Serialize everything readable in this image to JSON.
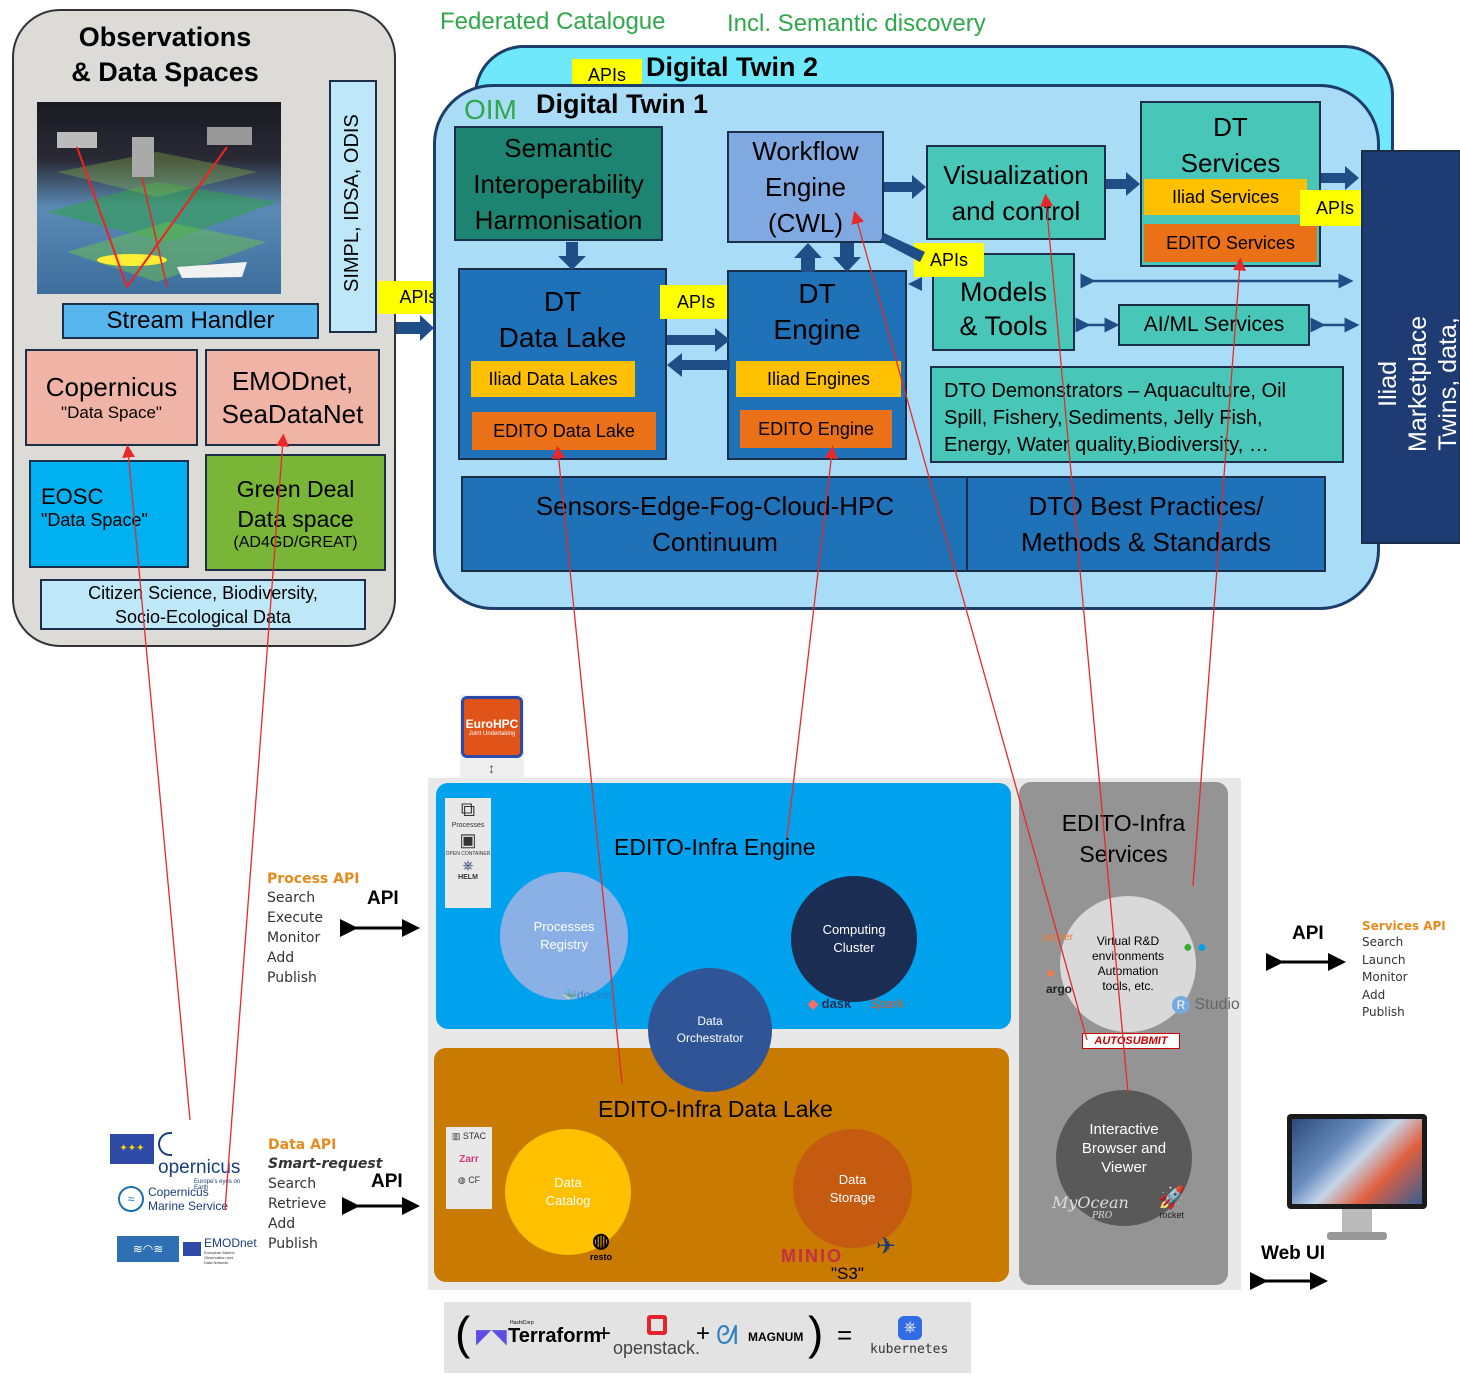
{
  "colors": {
    "accent_green": "#2ea84a",
    "dt1_bg": "#a8dcf7",
    "dt2_bg": "#6fe8fb",
    "dark_blue": "#1f71b8",
    "teal": "#48c6b8",
    "yellow": "#ffc000",
    "orange": "#ea7117",
    "salmon": "#f0b4a6",
    "arrow_red": "#e8292b"
  },
  "notes": {
    "federated": "Federated Catalogue",
    "semantic": "Incl. Semantic discovery"
  },
  "obs": {
    "title": "Observations\n& Data Spaces",
    "stream": "Stream Handler",
    "simpl": "SIMPL, IDSA, ODIS",
    "copernicus_main": "Copernicus",
    "copernicus_sub": "\"Data Space\"",
    "emodnet": "EMODnet,\nSeaDataNet",
    "eosc_main": "EOSC",
    "eosc_sub": "\"Data Space\"",
    "greendeal_main": "Green Deal\nData space",
    "greendeal_sub": "(AD4GD/GREAT)",
    "citizen": "Citizen Science, Biodiversity,\nSocio-Ecological Data",
    "apis": "APIs"
  },
  "dt": {
    "dt2": "Digital Twin 2",
    "dt1": "Digital Twin 1",
    "oim": "OIM",
    "apis_top": "APIs",
    "semantic": "Semantic\nInteroperability\nHarmonisation",
    "workflow": "Workflow\nEngine\n(CWL)",
    "viz": "Visualization\nand control",
    "dt_services": "DT\nServices",
    "iliad_services": "Iliad Services",
    "edito_services": "EDITO Services",
    "apis_services": "APIs",
    "datalake": "DT\nData Lake",
    "iliad_lakes": "Iliad Data Lakes",
    "edito_lake": "EDITO Data Lake",
    "apis_mid": "APIs",
    "engine": "DT\nEngine",
    "iliad_engines": "Iliad Engines",
    "edito_engine": "EDITO Engine",
    "apis_models": "APIs",
    "models": "Models\n& Tools",
    "aiml": "AI/ML Services",
    "demonstrators": "DTO Demonstrators – Aquaculture, Oil Spill, Fishery, Sediments, Jelly Fish, Energy, Water quality,Biodiversity, …",
    "continuum": "Sensors-Edge-Fog-Cloud-HPC\nContinuum",
    "bestpractices": "DTO Best Practices/\nMethods & Standards",
    "marketplace": "Iliad Marketplace\nTwins, data,\nmodels, resources"
  },
  "infra": {
    "eurohpc": "EuroHPC",
    "eurohpc_sub": "Joint Undertaking",
    "engine_title": "EDITO-Infra Engine",
    "processes_registry": "Processes\nRegistry",
    "computing_cluster": "Computing\nCluster",
    "data_orchestrator": "Data\nOrchestrator",
    "dask": "dask",
    "spark": "Spark",
    "docker": "docker",
    "processes_label": "Processes",
    "opencontainer": "OPEN CONTAINER",
    "helm": "HELM",
    "datalake_title": "EDITO-Infra Data Lake",
    "data_catalog": "Data\nCatalog",
    "data_storage": "Data\nStorage",
    "resto": "resto",
    "minio": "MINIO",
    "s3": "\"S3\"",
    "stac": "STAC",
    "zarr": "Zarr",
    "cf": "CF",
    "services_title": "EDITO-Infra\nServices",
    "virtual": "Virtual R&D\nenvironments\nAutomation\ntools, etc.",
    "jupyter": "jupyter",
    "argo": "argo",
    "rstudio": "Studio",
    "autosubmit": "AUTOSUBMIT",
    "browser": "Interactive\nBrowser and\nViewer",
    "myocean": "MyOcean",
    "myocean_pro": "PRO",
    "rocket": "rocket"
  },
  "process_api": {
    "title": "Process API",
    "items": [
      "Search",
      "Execute",
      "Monitor",
      "Add",
      "Publish"
    ],
    "api": "API"
  },
  "data_api": {
    "title": "Data API",
    "subtitle": "Smart-request",
    "items": [
      "Search",
      "Retrieve",
      "Add",
      "Publish"
    ],
    "api": "API"
  },
  "services_api": {
    "title": "Services API",
    "items": [
      "Search",
      "Launch",
      "Monitor",
      "Add",
      "Publish"
    ],
    "api": "API"
  },
  "web_ui": "Web UI",
  "logos": {
    "copernicus": "opernicus",
    "copernicus_sub": "Europe's eyes on Earth",
    "cmems": "Copernicus\nMarine Service",
    "emodnet": "EMODnet",
    "emodnet_sub": "European Marine\nObservation and\nData Network"
  },
  "stack": {
    "terraform": "Terraform",
    "hashicorp": "HashiCorp",
    "openstack": "openstack.",
    "magnum": "MAGNUM",
    "kubernetes": "kubernetes",
    "plus": "+",
    "equals": "=",
    "lparen": "(",
    "rparen": ")"
  }
}
